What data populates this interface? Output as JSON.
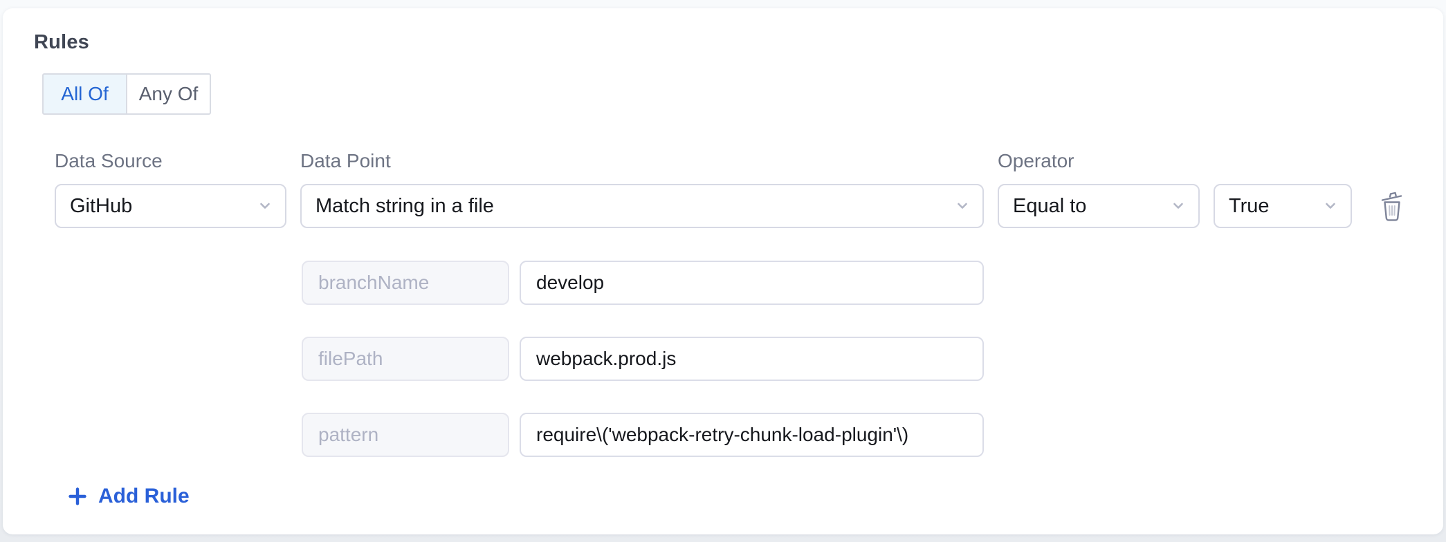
{
  "section": {
    "title": "Rules"
  },
  "match_mode": {
    "all_of_label": "All Of",
    "any_of_label": "Any Of",
    "selected": "All Of"
  },
  "rule": {
    "data_source_label": "Data Source",
    "data_source_value": "GitHub",
    "data_point_label": "Data Point",
    "data_point_value": "Match string in a file",
    "operator_label": "Operator",
    "operator_value": "Equal to",
    "operand_value": "True",
    "parameters": [
      {
        "key": "branchName",
        "value": "develop"
      },
      {
        "key": "filePath",
        "value": "webpack.prod.js"
      },
      {
        "key": "pattern",
        "value": "require\\('webpack-retry-chunk-load-plugin'\\)"
      }
    ]
  },
  "actions": {
    "add_rule_label": "Add Rule"
  },
  "icons": {
    "chevron_down": "chevron-down-icon",
    "delete": "trash-icon",
    "plus": "plus-icon"
  },
  "colors": {
    "accent_blue": "#2a60d8",
    "selected_segment_bg": "#edf6fc",
    "selected_segment_text": "#2465d3",
    "card_bg": "#ffffff",
    "page_bg_top": "#f8fafc",
    "page_bg_bottom": "#e9ecf0",
    "border_light": "#d7d9e4",
    "label_gray": "#6d7383"
  }
}
